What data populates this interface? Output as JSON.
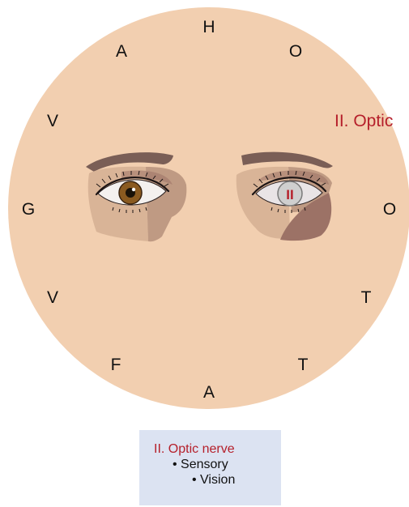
{
  "colors": {
    "face": "#f2cfb0",
    "accent": "#b51f2a",
    "shade_light": "#d9b497",
    "shade_mid": "#bf9a83",
    "shade_dark": "#9c7266",
    "brow": "#7a5e56",
    "iris_left": "#8a5a20",
    "iris_right": "#cfcfcf",
    "box_bg": "#dce3f2"
  },
  "mnemonic": {
    "letters": [
      "H",
      "O",
      "O",
      "T",
      "T",
      "A",
      "F",
      "V",
      "G",
      "V",
      "A"
    ]
  },
  "diagram": {
    "callout": "II. Optic",
    "eye_marker": "II"
  },
  "info_box": {
    "title": "II. Optic nerve",
    "bullet_1": "• Sensory",
    "bullet_2": "• Vision"
  }
}
